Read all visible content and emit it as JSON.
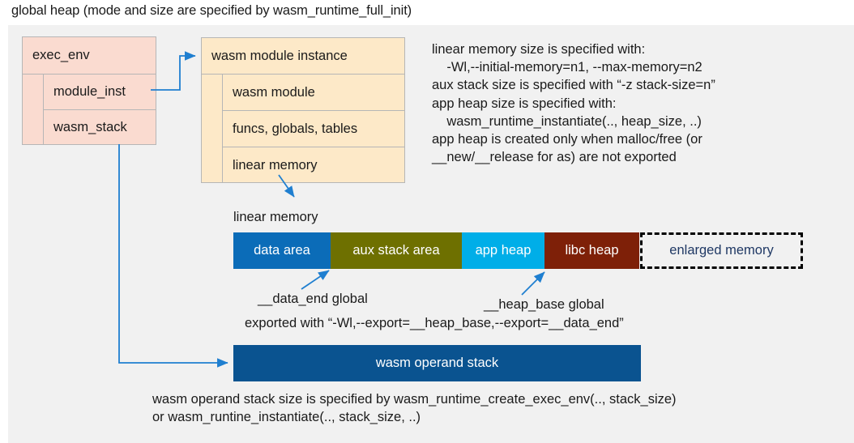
{
  "title": "global heap (mode and size are specified by wasm_runtime_full_init)",
  "colors": {
    "panel_bg": "#f1f1f1",
    "exec_env_fill": "#fadbd0",
    "module_instance_fill": "#fde9c8",
    "box_border": "#b6b6b6",
    "connector": "#1f7fd0",
    "data_area": "#0b6cb8",
    "aux_stack_area": "#6e7000",
    "app_heap": "#00aee8",
    "libc_heap": "#7e2008",
    "enlarged_memory_text": "#1f3864",
    "operand_stack": "#0a5390"
  },
  "exec_env": {
    "header": "exec_env",
    "fields": [
      "module_inst",
      "wasm_stack"
    ]
  },
  "module_instance": {
    "header": "wasm module instance",
    "fields": [
      "wasm module",
      "funcs, globals, tables",
      "linear memory"
    ]
  },
  "notes": {
    "right_block": [
      "linear memory size is specified with:",
      "    -Wl,--initial-memory=n1, --max-memory=n2",
      "aux stack size is specified with “-z stack-size=n”",
      "app heap size is specified with:",
      "    wasm_runtime_instantiate(.., heap_size, ..)",
      "app heap is created only when malloc/free (or",
      "__new/__release for as) are not exported"
    ],
    "data_end_global": "__data_end global",
    "heap_base_global": "__heap_base global",
    "exported_with": "exported with “-Wl,--export=__heap_base,--export=__data_end”",
    "operand_stack_block": [
      "wasm operand stack size is specified by wasm_runtime_create_exec_env(.., stack_size)",
      "or wasm_runtine_instantiate(.., stack_size, ..)"
    ]
  },
  "linear_memory": {
    "label": "linear memory",
    "segments": [
      {
        "label": "data area",
        "color_key": "data_area"
      },
      {
        "label": "aux stack area",
        "color_key": "aux_stack_area"
      },
      {
        "label": "app heap",
        "color_key": "app_heap"
      },
      {
        "label": "libc heap",
        "color_key": "libc_heap"
      },
      {
        "label": "enlarged memory",
        "color_key": "enlarged_memory_text"
      }
    ]
  },
  "operand_stack": {
    "label": "wasm operand stack"
  }
}
